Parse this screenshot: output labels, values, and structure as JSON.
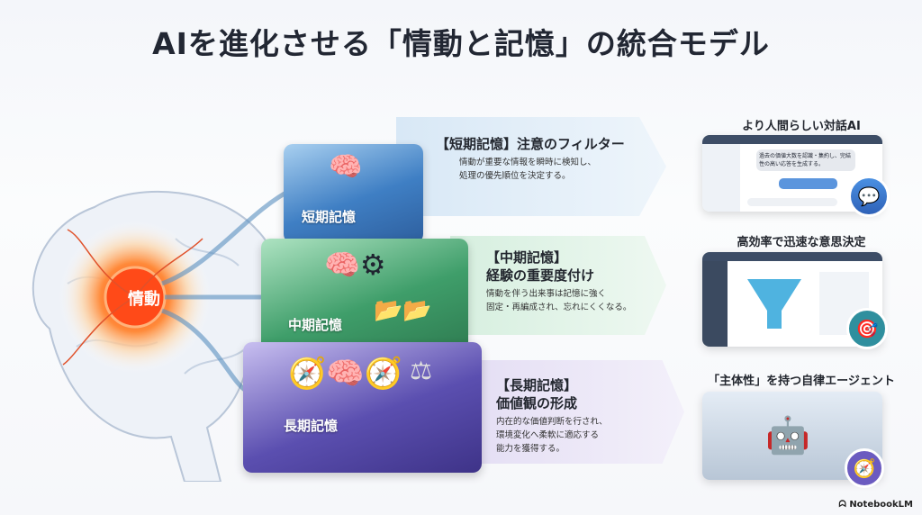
{
  "title": "AIを進化させる「情動と記憶」の統合モデル",
  "brain": {
    "center_label": "情動"
  },
  "layers": [
    {
      "box_label": "短期記憶",
      "heading": "【短期記憶】注意のフィルター",
      "description": [
        "情動が重要な情報を瞬時に検知し、",
        "処理の優先順位を決定する。"
      ]
    },
    {
      "box_label": "中期記憶",
      "heading": "【中期記憶】",
      "subheading": "経験の重要度付け",
      "description": [
        "情動を伴う出来事は記憶に強く",
        "固定・再編成され、忘れにくくなる。"
      ]
    },
    {
      "box_label": "長期記憶",
      "heading": "【長期記憶】",
      "subheading": "価値観の形成",
      "description": [
        "内在的な価値判断を行され、",
        "環境変化へ柔軟に適応する",
        "能力を獲得する。"
      ]
    }
  ],
  "outcomes": [
    {
      "title": "より人間らしい対話AI",
      "chat_text": "過去の価値大数を認識・集約し、完結性の高い応答を生成する。",
      "icon": "heart-chat-icon"
    },
    {
      "title": "高効率で迅速な意思決定",
      "icon": "target-icon"
    },
    {
      "title": "「主体性」を持つ自律エージェント",
      "icon": "compass-icon"
    }
  ],
  "footer": {
    "brand": "NotebookLM"
  },
  "colors": {
    "short": "#3f7fc4",
    "mid": "#3f9e6a",
    "long": "#5b4fb0",
    "emotion": "#ff5a1f"
  }
}
